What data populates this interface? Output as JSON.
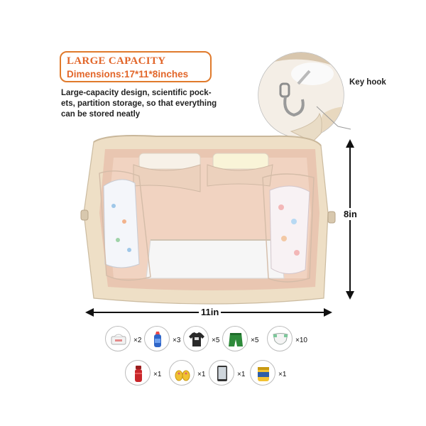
{
  "headline": {
    "title": "LARGE CAPACITY",
    "dimensions": "Dimensions:17*11*8inches"
  },
  "description": [
    "Large-capacity design, scientific pock-",
    "ets, partition storage, so that everything",
    "can be stored neatly"
  ],
  "callout": {
    "label": "Key hook"
  },
  "dimensions": {
    "height_label": "8in",
    "width_label": "11in"
  },
  "contents": [
    {
      "item": "wipes-box-icon",
      "count": "×2"
    },
    {
      "item": "baby-bottle-icon",
      "count": "×3"
    },
    {
      "item": "tshirt-icon",
      "count": "×5"
    },
    {
      "item": "shorts-icon",
      "count": "×5"
    },
    {
      "item": "diaper-icon",
      "count": "×10"
    },
    {
      "item": "thermos-icon",
      "count": "×1"
    },
    {
      "item": "baby-shoes-icon",
      "count": "×1"
    },
    {
      "item": "tablet-icon",
      "count": "×1"
    },
    {
      "item": "milk-powder-can-icon",
      "count": "×1"
    }
  ],
  "colors": {
    "accent": "#e2662a",
    "bag": "#efe0c8",
    "lining": "#f0d2c0"
  }
}
